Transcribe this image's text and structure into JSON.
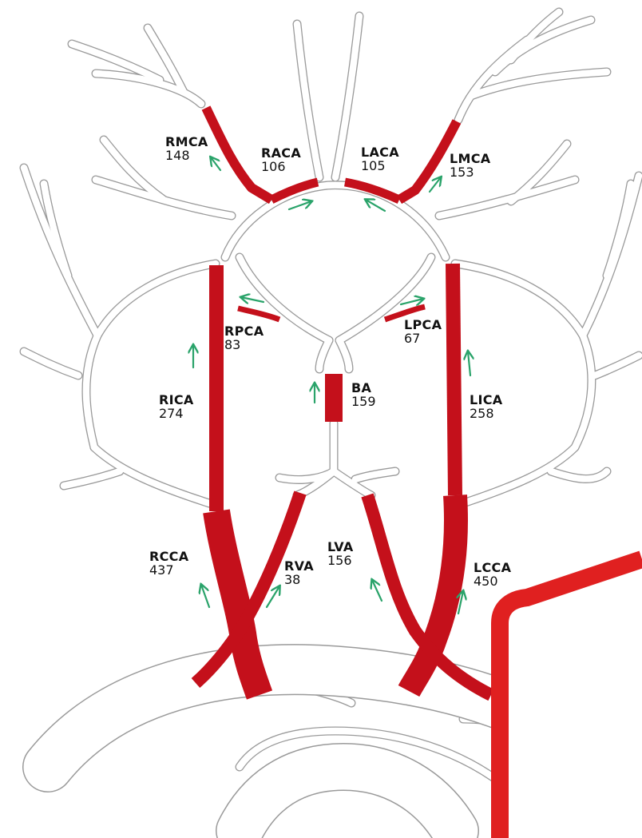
{
  "colors": {
    "vessel_red": "#c4101b",
    "outline": "#9a9a9a",
    "arrow": "#2aa36a",
    "corner_accent": "#e02020"
  },
  "vessels": [
    {
      "abbr": "RMCA",
      "value": "148"
    },
    {
      "abbr": "RACA",
      "value": "106"
    },
    {
      "abbr": "LACA",
      "value": "105"
    },
    {
      "abbr": "LMCA",
      "value": "153"
    },
    {
      "abbr": "RPCA",
      "value": "83"
    },
    {
      "abbr": "LPCA",
      "value": "67"
    },
    {
      "abbr": "BA",
      "value": "159"
    },
    {
      "abbr": "RICA",
      "value": "274"
    },
    {
      "abbr": "LICA",
      "value": "258"
    },
    {
      "abbr": "RCCA",
      "value": "437"
    },
    {
      "abbr": "RVA",
      "value": "38"
    },
    {
      "abbr": "LVA",
      "value": "156"
    },
    {
      "abbr": "LCCA",
      "value": "450"
    }
  ]
}
